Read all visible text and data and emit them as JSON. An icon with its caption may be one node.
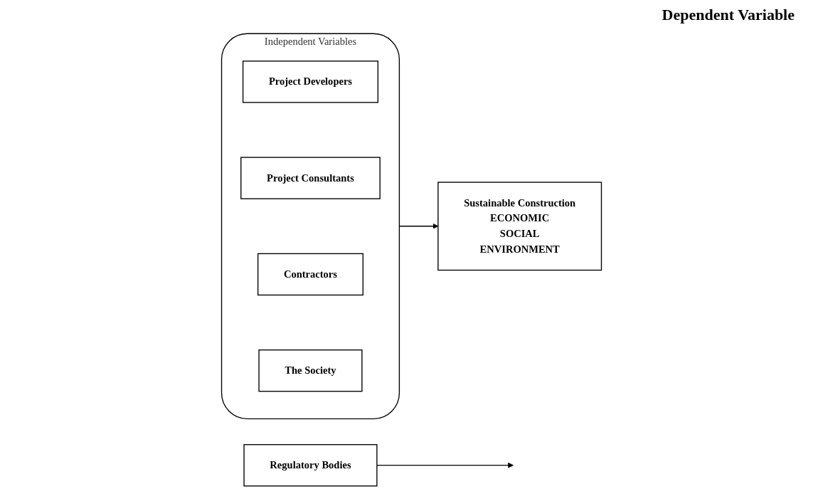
{
  "diagram": {
    "nodes": [
      {
        "text": [
          "Independent Variables"
        ]
      },
      {
        "text": [
          "Project Developers"
        ],
        "in": 0
      },
      {
        "text": [
          "Project Consultants"
        ],
        "in": 0
      },
      {
        "text": [
          "Contractors"
        ],
        "in": 0
      },
      {
        "text": [
          "The Society"
        ],
        "in": 0
      },
      {
        "text": [
          "Sustainable Construction",
          "ECONOMIC",
          "SOCIAL",
          "ENVIRONMENT"
        ]
      },
      {
        "text": [
          "Regulatory Bodies"
        ]
      }
    ],
    "edges": [
      {
        "from": 0,
        "to": 5,
        "arrow": "to"
      },
      {
        "from": 6,
        "to": null,
        "arrow": "to"
      }
    ],
    "labels": [
      "Dependent Variable"
    ]
  }
}
